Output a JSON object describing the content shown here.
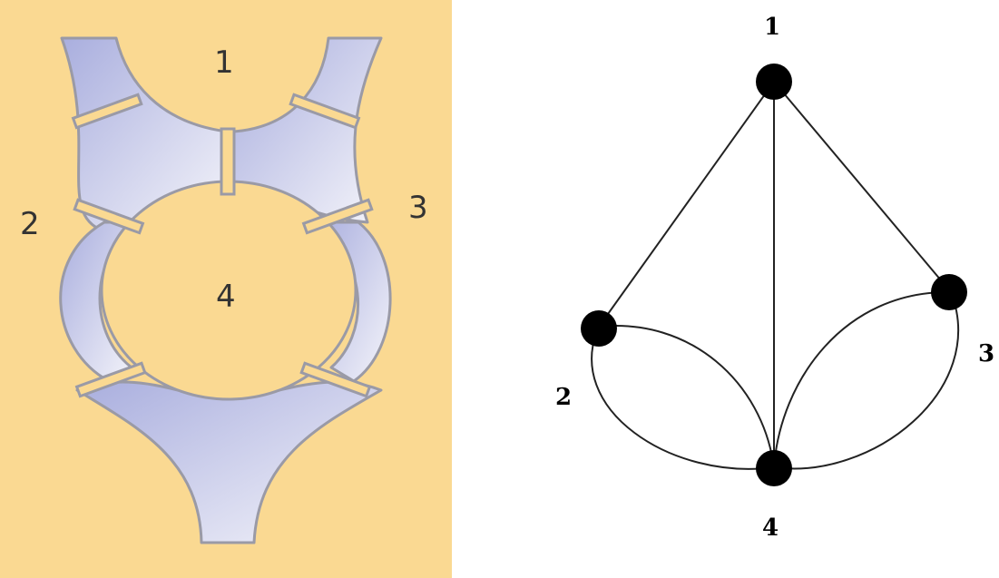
{
  "map": {
    "background": "#fad992",
    "river_color": "#b6bae0",
    "bank_color": "#9a9aa6",
    "bridge_color": "#fad992",
    "regions": [
      {
        "id": "region-1",
        "label": "1"
      },
      {
        "id": "region-2",
        "label": "2"
      },
      {
        "id": "region-3",
        "label": "3"
      },
      {
        "id": "region-4",
        "label": "4"
      }
    ],
    "bridges": 7
  },
  "graph": {
    "nodes": [
      {
        "id": "1",
        "label": "1"
      },
      {
        "id": "2",
        "label": "2"
      },
      {
        "id": "3",
        "label": "3"
      },
      {
        "id": "4",
        "label": "4"
      }
    ],
    "edges": [
      {
        "from": "1",
        "to": "2"
      },
      {
        "from": "1",
        "to": "3"
      },
      {
        "from": "1",
        "to": "4"
      },
      {
        "from": "2",
        "to": "4",
        "curve": "upper"
      },
      {
        "from": "2",
        "to": "4",
        "curve": "lower"
      },
      {
        "from": "3",
        "to": "4",
        "curve": "upper"
      },
      {
        "from": "3",
        "to": "4",
        "curve": "lower"
      }
    ],
    "node_color": "#000000",
    "edge_color": "#222222"
  }
}
